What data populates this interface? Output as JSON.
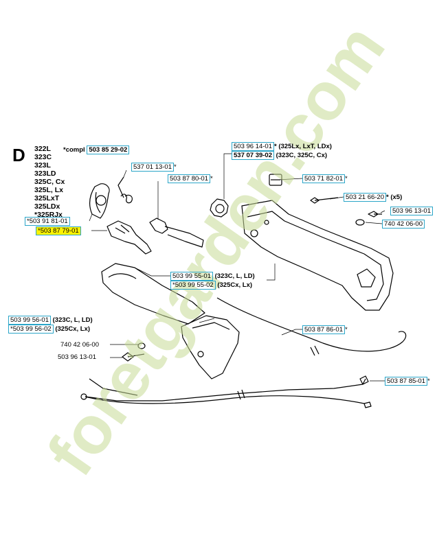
{
  "section_letter": "D",
  "models": [
    "322L",
    "323C",
    "323L",
    "323LD",
    "325C, Cx",
    "325L, Lx",
    "325LxT",
    "325LDx",
    "*325RJx"
  ],
  "watermark": "foretgarden.com",
  "labels": {
    "compl_prefix": "*compl",
    "compl_code": "503 85 29-02",
    "p_503_96_14_01": "503 96 14-01",
    "p_503_96_14_01_suffix": "* (325Lx, LxT, LDx)",
    "p_537_07_39_02": "537 07 39-02",
    "p_537_07_39_02_suffix": " (323C, 325C, Cx)",
    "p_537_01_13_01": "537 01 13-01",
    "p_537_01_13_01_suffix": "*",
    "p_503_87_80_01": "503 87 80-01",
    "p_503_87_80_01_suffix": "*",
    "p_503_71_82_01": "503 71 82-01",
    "p_503_71_82_01_suffix": "*",
    "p_503_21_66_20": "503 21 66-20",
    "p_503_21_66_20_suffix": "* (x5)",
    "p_503_96_13_01_r": "503 96 13-01",
    "p_740_42_06_00_r": "740 42 06-00",
    "p_503_91_81_01": "*503 91 81-01",
    "p_503_87_79_01": "*503 87 79-01",
    "p_503_99_55_01": "503 99 55-01",
    "p_503_99_55_01_suffix": " (323C, L, LD)",
    "p_503_99_55_02": "*503 99 55-02",
    "p_503_99_55_02_suffix": " (325Cx, Lx)",
    "p_503_99_56_01": "503 99 56-01",
    "p_503_99_56_01_suffix": " (323C, L, LD)",
    "p_503_99_56_02": "*503 99 56-02",
    "p_503_99_56_02_suffix": " (325Cx, Lx)",
    "p_740_42_06_00_l": "740 42 06-00",
    "p_503_96_13_01_l": "503 96 13-01",
    "p_503_87_86_01": "503 87 86-01",
    "p_503_87_86_01_suffix": "*",
    "p_503_87_85_01": "503 87 85-01",
    "p_503_87_85_01_suffix": "*"
  },
  "colors": {
    "label_border": "#2aa5c8",
    "highlight": "#fff200",
    "watermark_green": "#c8dc96",
    "watermark_orange": "#f0b070"
  }
}
